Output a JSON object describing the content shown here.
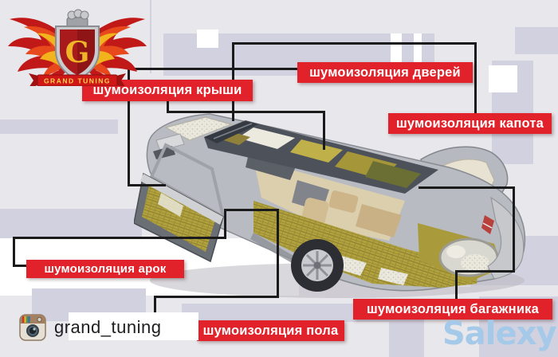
{
  "poster": {
    "labels": {
      "roof": "шумоизоляция крыши",
      "doors": "шумоизоляция дверей",
      "hood": "шумоизоляция капота",
      "arches": "шумоизоляция арок",
      "floor": "шумоизоляция пола",
      "trunk": "шумоизоляция багажника"
    },
    "logo": {
      "banner": "GRAND TUNING",
      "monogram": "G"
    },
    "instagram_handle": "grand_tuning",
    "watermark": "Salexy",
    "colors": {
      "label_bg": "#e2222a",
      "label_text": "#ffffff",
      "leader_line": "#1b1b1b",
      "background": "#e8e7eb",
      "tile_lavender": "#d2d1df",
      "tile_white": "#ffffff",
      "watermark_text": "#a4c9e9",
      "logo_red": "#c11818",
      "logo_gold": "#f0b428"
    }
  }
}
